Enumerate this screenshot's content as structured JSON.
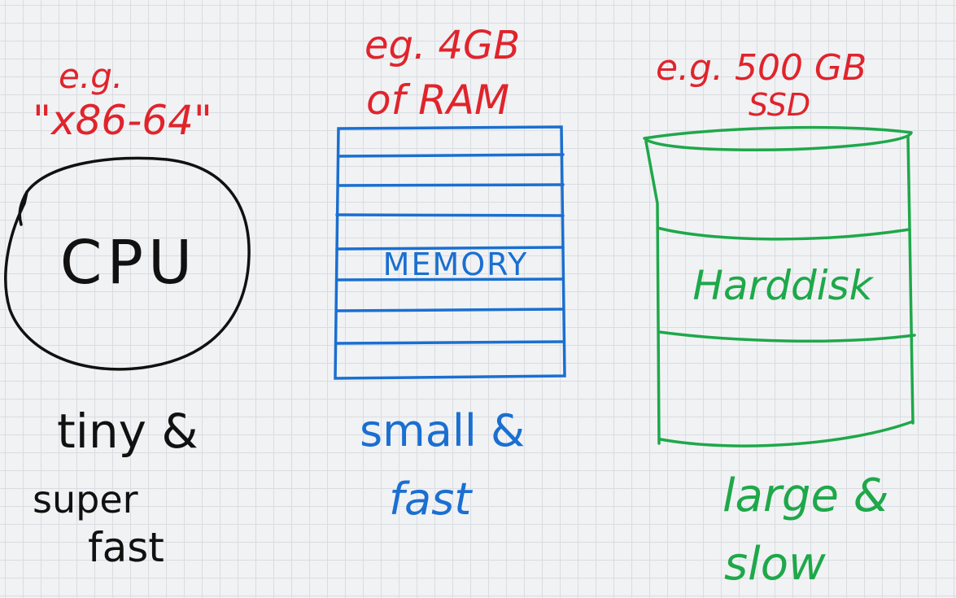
{
  "cpu": {
    "example_line1": "e.g.",
    "example_line2": "\"x86-64\"",
    "label": "CPU",
    "caption_line1": "tiny &",
    "caption_line2": "super",
    "caption_line3": "fast"
  },
  "memory": {
    "example_line1": "eg. 4GB",
    "example_line2": "of RAM",
    "label": "MEMORY",
    "caption_line1": "small &",
    "caption_line2": "fast"
  },
  "disk": {
    "example_line1": "e.g. 500 GB",
    "example_line2": "SSD",
    "label": "Harddisk",
    "caption_line1": "large &",
    "caption_line2": "slow"
  },
  "colors": {
    "ink_black": "#111111",
    "ink_red": "#e0242c",
    "ink_blue": "#1a6fd1",
    "ink_green": "#1ea84a",
    "grid": "#d9dce1",
    "paper": "#f1f2f4"
  }
}
